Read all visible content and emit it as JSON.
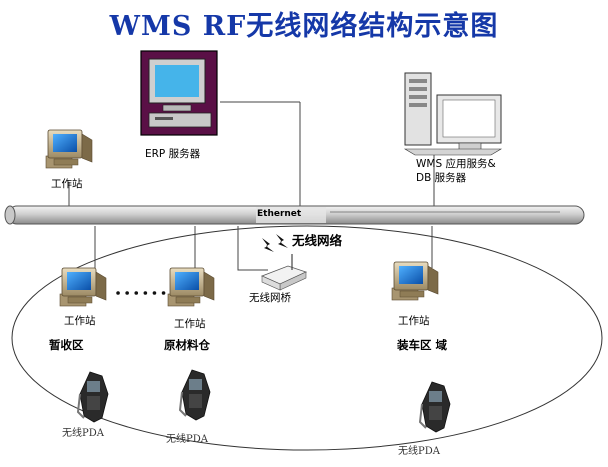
{
  "title": "WMS RF无线网络结构示意图",
  "backbone_label": "Ethernet",
  "nodes": {
    "erp_server": "ERP 服务器",
    "wms_server_line1": "WMS 应用服务&",
    "wms_server_line2": "DB 服务器",
    "top_workstation": "工作站",
    "wireless_network": "无线网络",
    "wireless_bridge": "无线网桥",
    "ws_temp": "工作站",
    "ws_material": "工作站",
    "ws_loading": "工作站"
  },
  "zones": {
    "temp": "暂收区",
    "material": "原材料仓",
    "loading": "装车区 域"
  },
  "pdas": [
    "无线PDA",
    "无线PDA",
    "无线PDA"
  ]
}
